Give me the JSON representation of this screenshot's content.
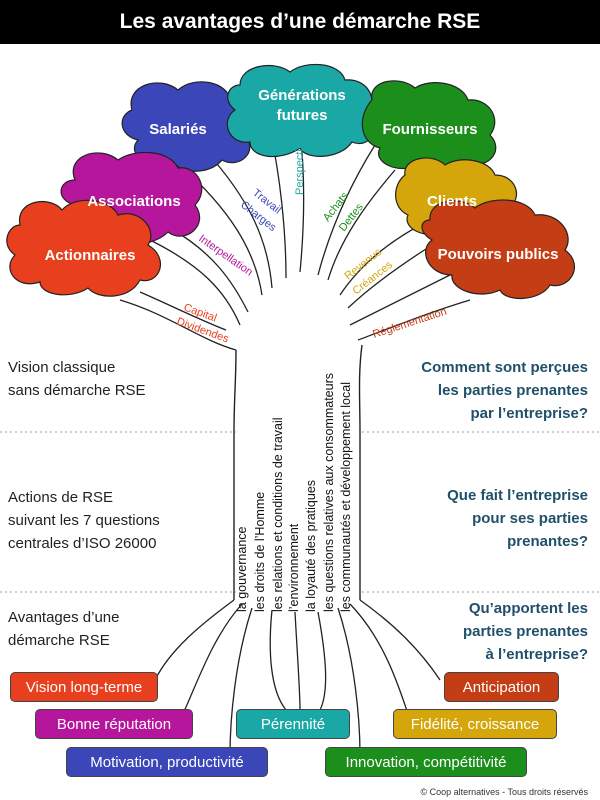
{
  "title": "Les avantages d’une démarche RSE",
  "leaves": {
    "generations": "Générations futures",
    "salaries": "Salariés",
    "fournisseurs": "Fournisseurs",
    "associations": "Associations",
    "clients": "Clients",
    "actionnaires": "Actionnaires",
    "pouvoirs": "Pouvoirs publics"
  },
  "leaf_colors": {
    "generations": "#1aa8a6",
    "salaries": "#3b46b8",
    "fournisseurs": "#1c8e1c",
    "associations": "#b5169c",
    "clients": "#d4a60c",
    "actionnaires": "#e8401e",
    "pouvoirs": "#c43d14"
  },
  "branch_labels": {
    "perspectives": "Perspectives",
    "travail": "Travail",
    "charges": "Charges",
    "achats": "Achats",
    "dettes": "Dettes",
    "interpellation": "Interpellation",
    "revenus": "Revenus",
    "creances": "Créances",
    "capital": "Capital",
    "dividendes": "Dividendes",
    "reglementation": "Réglementation"
  },
  "sections": {
    "vision_line1": "Vision classique",
    "vision_line2": "sans démarche RSE",
    "actions_line1": "Actions de RSE",
    "actions_line2": "suivant les 7 questions",
    "actions_line3": "centrales d’ISO 26000",
    "avantages_line1": "Avantages d’une",
    "avantages_line2": "démarche RSE"
  },
  "questions": {
    "q1_line1": "Comment sont perçues",
    "q1_line2": "les parties prenantes",
    "q1_line3": "par l’entreprise?",
    "q2_line1": "Que fait l’entreprise",
    "q2_line2": "pour ses parties",
    "q2_line3": "prenantes?",
    "q3_line1": "Qu’apportent les",
    "q3_line2": "parties prenantes",
    "q3_line3": "à l’entreprise?"
  },
  "trunk_questions": [
    "la gouvernance",
    "les droits de l’Homme",
    "les relations et conditions de travail",
    "l’environnement",
    "la loyauté des pratiques",
    "les questions relatives aux consommateurs",
    "les communautés et développement local"
  ],
  "benefits": {
    "vision": "Vision long-terme",
    "reputation": "Bonne réputation",
    "motivation": "Motivation, productivité",
    "perennite": "Pérennité",
    "anticipation": "Anticipation",
    "fidelite": "Fidélité, croissance",
    "innovation": "Innovation, compétitivité"
  },
  "benefit_colors": {
    "vision": "#e8401e",
    "reputation": "#b5169c",
    "motivation": "#3b46b8",
    "perennite": "#1aa8a6",
    "anticipation": "#c43d14",
    "fidelite": "#d4a60c",
    "innovation": "#1c8e1c"
  },
  "copyright": "© Coop alternatives - Tous droits réservés"
}
